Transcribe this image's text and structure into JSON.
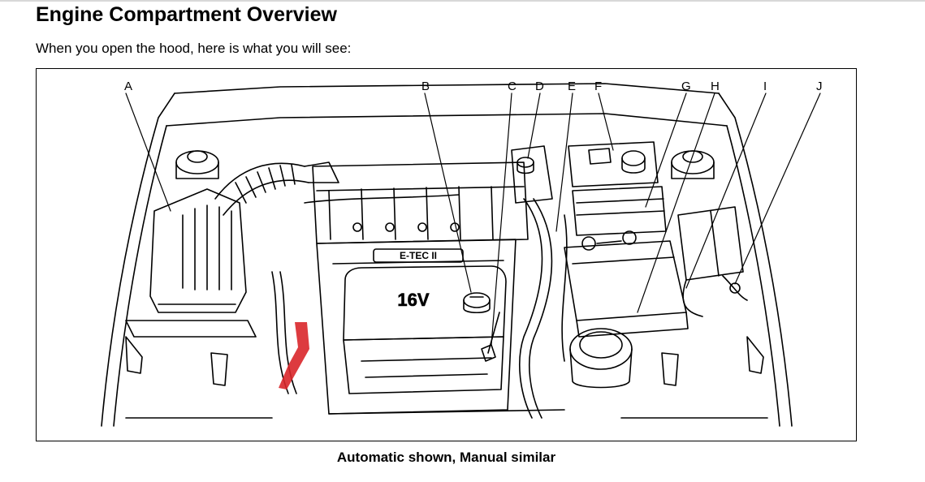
{
  "document": {
    "title": "Engine Compartment Overview",
    "intro": "When you open the hood, here is what you will see:",
    "caption": "Automatic shown, Manual similar"
  },
  "figure": {
    "callouts": {
      "a": "A",
      "b": "B",
      "c": "C",
      "d": "D",
      "e": "E",
      "f": "F",
      "g": "G",
      "h": "H",
      "i": "I",
      "j": "J"
    },
    "engine_cover_badge": "E-TEC II",
    "engine_cover_text": "16V",
    "highlight_color": "#d9262a"
  }
}
